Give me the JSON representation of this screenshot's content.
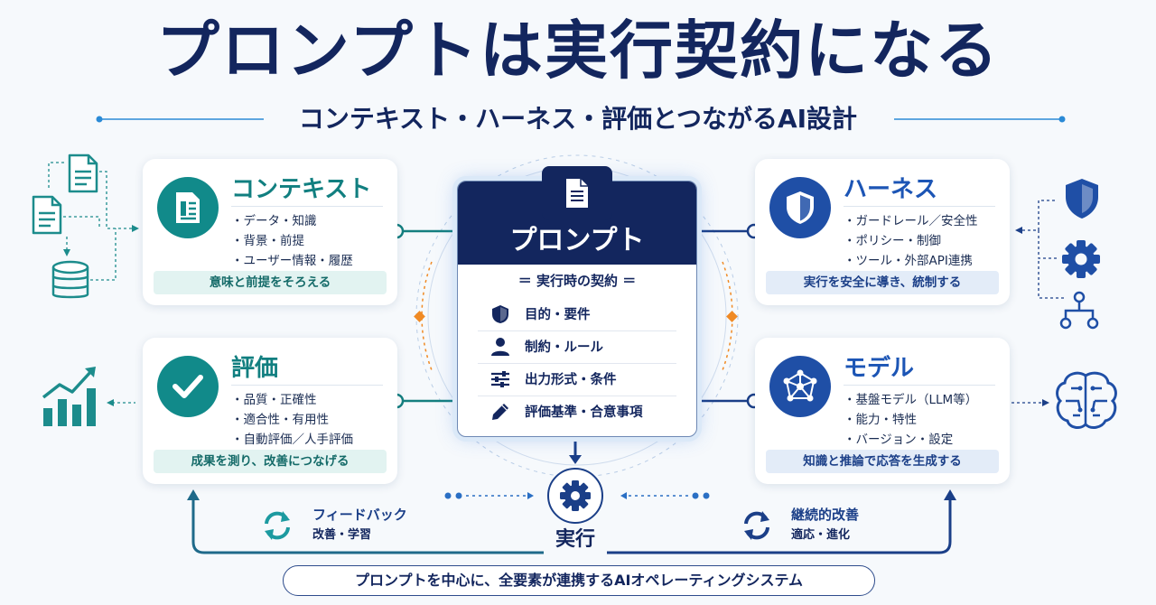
{
  "title": "プロンプトは実行契約になる",
  "subtitle": "コンテキスト・ハーネス・評価とつながるAI設計",
  "center": {
    "title": "プロンプト",
    "subtitle": "＝ 実行時の契約 ＝",
    "items": [
      {
        "icon": "shield-icon",
        "label": "目的・要件"
      },
      {
        "icon": "person-icon",
        "label": "制約・ルール"
      },
      {
        "icon": "sliders-icon",
        "label": "出力形式・条件"
      },
      {
        "icon": "pencil-icon",
        "label": "評価基準・合意事項"
      }
    ]
  },
  "cards": {
    "context": {
      "title": "コンテキスト",
      "items": [
        "・データ・知識",
        "・背景・前提",
        "・ユーザー情報・履歴"
      ],
      "footer": "意味と前提をそろえる",
      "icon": "document-icon"
    },
    "harness": {
      "title": "ハーネス",
      "items": [
        "・ガードレール／安全性",
        "・ポリシー・制御",
        "・ツール・外部API連携"
      ],
      "footer": "実行を安全に導き、統制する",
      "icon": "shield-icon"
    },
    "evaluation": {
      "title": "評価",
      "items": [
        "・品質・正確性",
        "・適合性・有用性",
        "・自動評価／人手評価"
      ],
      "footer": "成果を測り、改善につなげる",
      "icon": "check-icon"
    },
    "model": {
      "title": "モデル",
      "items": [
        "・基盤モデル（LLM等）",
        "・能力・特性",
        "・バージョン・設定"
      ],
      "footer": "知識と推論で応答を生成する",
      "icon": "network-icon"
    }
  },
  "execution": {
    "label": "実行",
    "icon": "gear-icon"
  },
  "feedback": {
    "title": "フィードバック",
    "sub": "改善・学習",
    "icon": "cycle-icon"
  },
  "improvement": {
    "title": "継続的改善",
    "sub": "適応・進化",
    "icon": "cycle-icon"
  },
  "banner": "プロンプトを中心に、全要素が連携するAIオペレーティングシステム",
  "colors": {
    "navy": "#13265e",
    "teal": "#118a8a",
    "blue": "#1f4fa6",
    "accent_orange": "#f08a24",
    "line_blue": "#2a8ad6"
  }
}
